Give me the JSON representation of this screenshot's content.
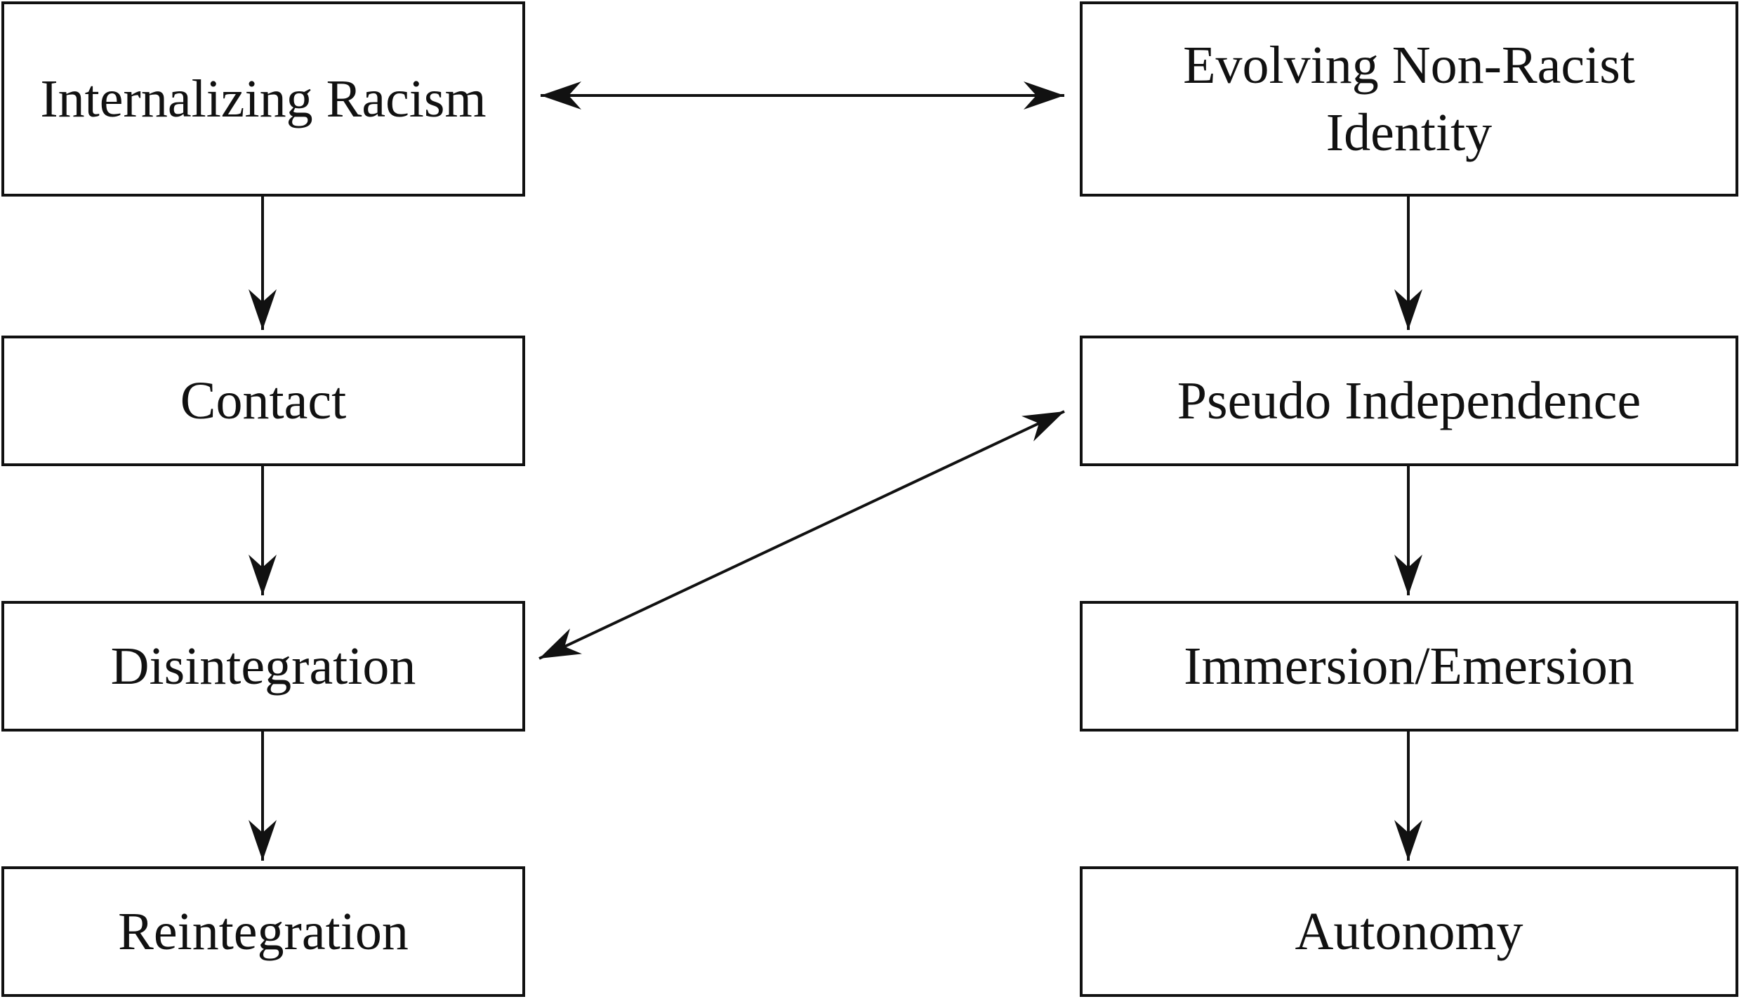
{
  "boxes": {
    "internalizing": "Internalizing Racism",
    "evolving": "Evolving Non-Racist Identity",
    "contact": "Contact",
    "pseudo": "Pseudo Independence",
    "disintegration": "Disintegration",
    "immersion": "Immersion/Emersion",
    "reintegration": "Reintegration",
    "autonomy": "Autonomy"
  },
  "connections": [
    {
      "from": "internalizing",
      "to": "evolving",
      "type": "bidirectional"
    },
    {
      "from": "internalizing",
      "to": "contact",
      "type": "directed"
    },
    {
      "from": "contact",
      "to": "disintegration",
      "type": "directed"
    },
    {
      "from": "disintegration",
      "to": "reintegration",
      "type": "directed"
    },
    {
      "from": "evolving",
      "to": "pseudo",
      "type": "directed"
    },
    {
      "from": "pseudo",
      "to": "immersion",
      "type": "directed"
    },
    {
      "from": "immersion",
      "to": "autonomy",
      "type": "directed"
    },
    {
      "from": "disintegration",
      "to": "pseudo",
      "type": "bidirectional"
    }
  ],
  "colors": {
    "line": "#111111",
    "text": "#111111",
    "background": "#ffffff"
  }
}
